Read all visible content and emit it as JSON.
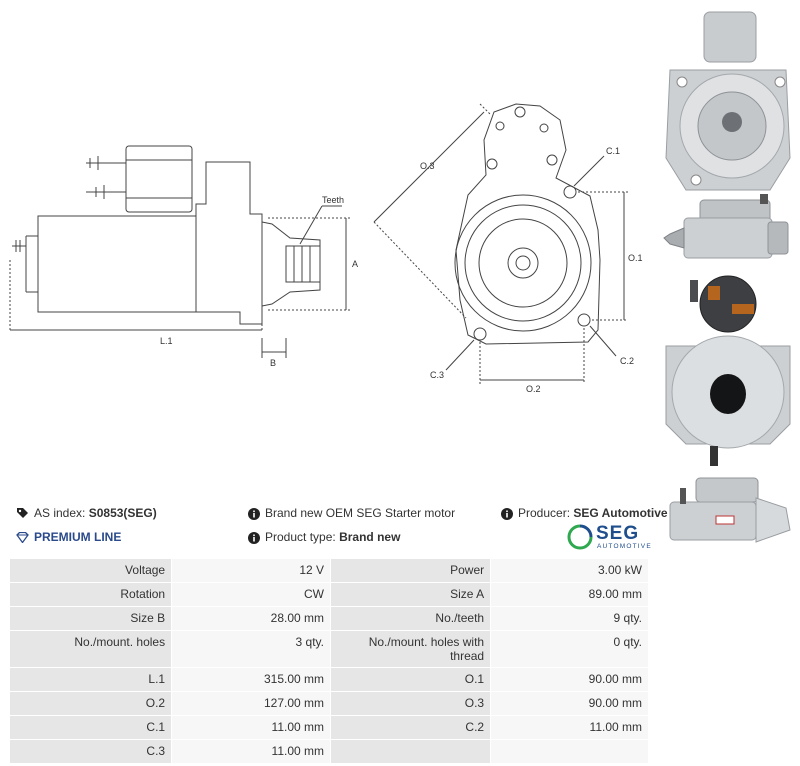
{
  "drawing": {
    "label_teeth": "Teeth",
    "label_a": "A",
    "label_b": "B",
    "label_l1": "L.1",
    "label_o3": "O.3",
    "label_c1": "C.1",
    "label_o1": "O.1",
    "label_c2": "C.2",
    "label_c3": "C.3",
    "label_o2": "O.2"
  },
  "info": {
    "as_index_label": "AS index:",
    "as_index_value": "S0853(SEG)",
    "premium_line": "PREMIUM LINE",
    "description": "Brand new OEM SEG Starter motor",
    "product_type_label": "Product type:",
    "product_type_value": "Brand new",
    "producer_label": "Producer:",
    "producer_value": "SEG Automotive",
    "logo_text": "SEG",
    "logo_subtext": "AUTOMOTIVE"
  },
  "specs": [
    {
      "k1": "Voltage",
      "v1": "12 V",
      "k2": "Power",
      "v2": "3.00 kW"
    },
    {
      "k1": "Rotation",
      "v1": "CW",
      "k2": "Size A",
      "v2": "89.00 mm"
    },
    {
      "k1": "Size B",
      "v1": "28.00 mm",
      "k2": "No./teeth",
      "v2": "9 qty."
    },
    {
      "k1": "No./mount. holes",
      "v1": "3 qty.",
      "k2": "No./mount. holes with thread",
      "v2": "0 qty."
    },
    {
      "k1": "L.1",
      "v1": "315.00 mm",
      "k2": "O.1",
      "v2": "90.00 mm"
    },
    {
      "k1": "O.2",
      "v1": "127.00 mm",
      "k2": "O.3",
      "v2": "90.00 mm"
    },
    {
      "k1": "C.1",
      "v1": "11.00 mm",
      "k2": "C.2",
      "v2": "11.00 mm"
    },
    {
      "k1": "C.3",
      "v1": "11.00 mm",
      "k2": "",
      "v2": ""
    }
  ],
  "colors": {
    "accent_blue": "#2b4a8b",
    "seg_green": "#2fa84f",
    "seg_blue": "#1f4e8c",
    "key_cell": "#e6e6e6",
    "value_cell": "#f7f7f7"
  },
  "icons": [
    "tag-icon",
    "info-icon",
    "diamond-icon"
  ]
}
